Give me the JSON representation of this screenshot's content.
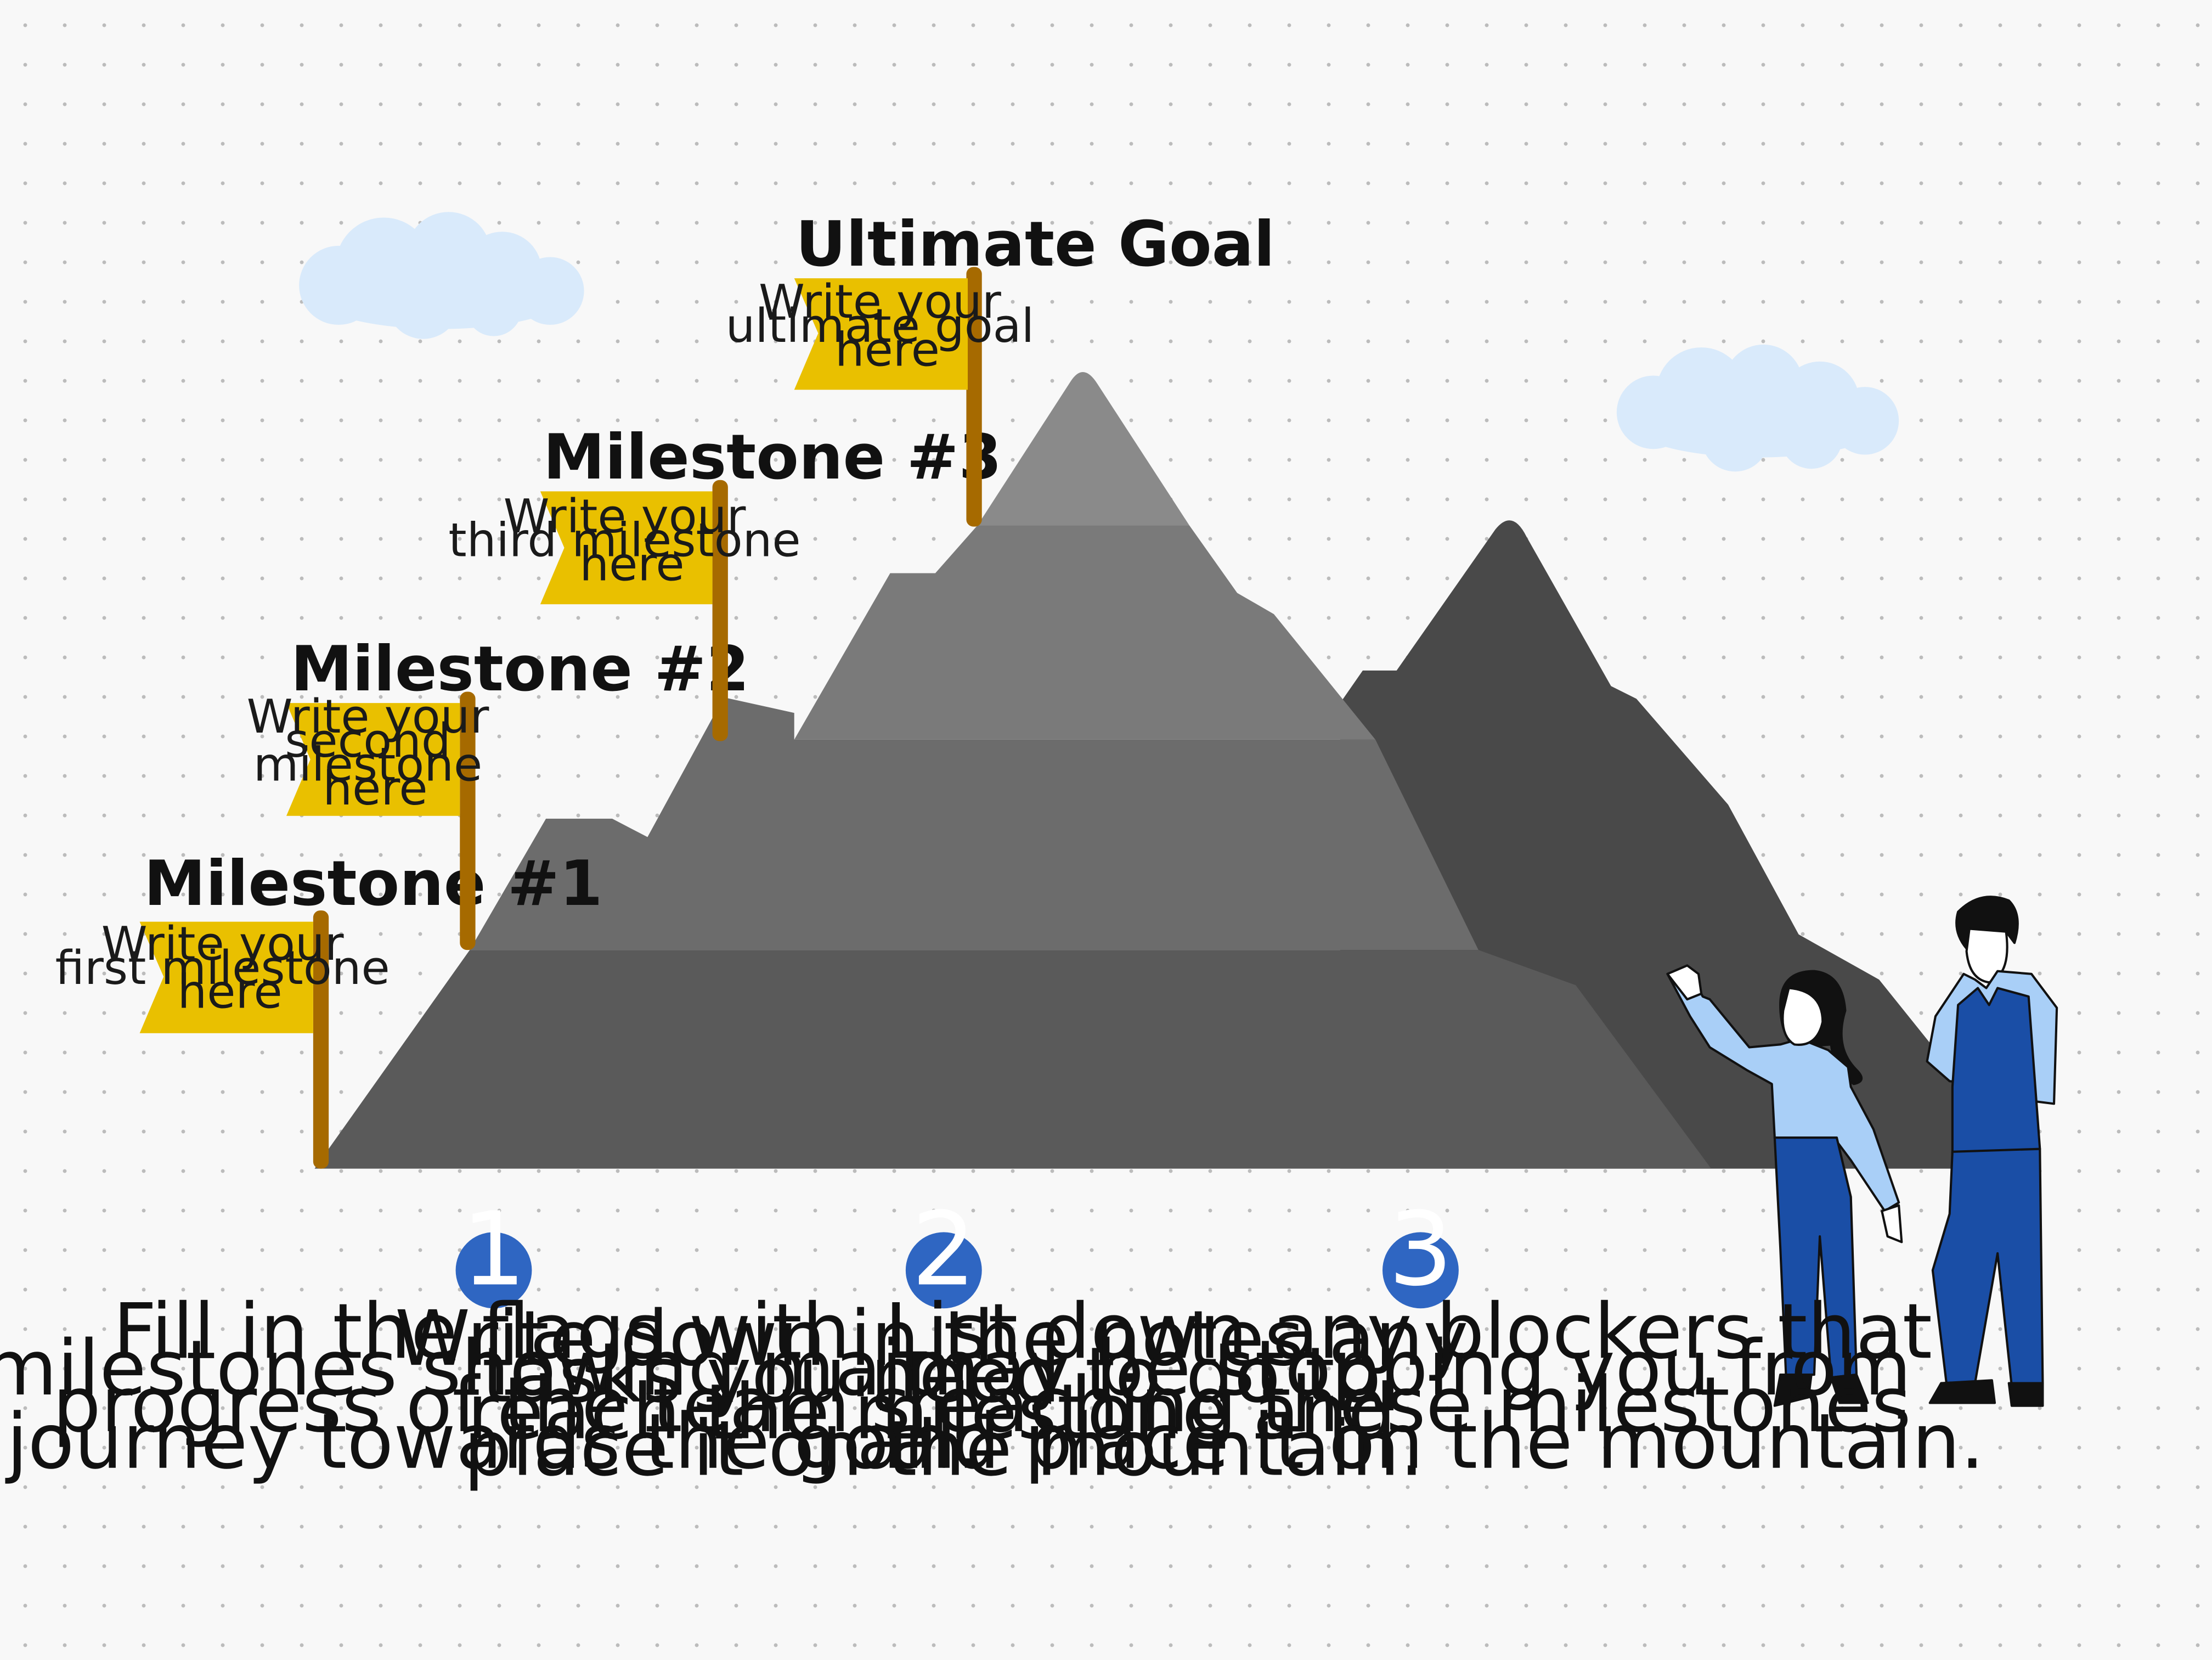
{
  "colors": {
    "flag": "#e9c000",
    "pole": "#a66a00",
    "cloud": "#d9eafb",
    "mountain_back": "#494949",
    "step_circle": "#2f66c2",
    "person_light_blue": "#a9cff7",
    "person_dark_blue": "#1a4ea6"
  },
  "flags": [
    {
      "title": "Milestone #1",
      "lines": [
        "Write your",
        "first milestone",
        "here"
      ]
    },
    {
      "title": "Milestone #2",
      "lines": [
        "Write your",
        "second",
        "milestone",
        "here"
      ]
    },
    {
      "title": "Milestone #3",
      "lines": [
        "Write your",
        "third milestone",
        "here"
      ]
    },
    {
      "title": "Ultimate Goal",
      "lines": [
        "Write your",
        "ultimate goal",
        "here"
      ]
    }
  ],
  "steps": [
    {
      "number": "1",
      "lines": [
        "Fill in the flags with",
        "milestones showing major",
        "progress of the team's",
        "journey towards the goal."
      ]
    },
    {
      "number": "2",
      "lines": [
        "Write down in the notes any",
        "tasks you need to do to",
        "reach the milestone and",
        "place it on the mountain."
      ]
    },
    {
      "number": "3",
      "lines": [
        "List down any blockers that",
        "may be stopping you from",
        "reaching these milestones",
        "and place it on the mountain."
      ]
    }
  ],
  "icons": [
    "cloud-icon",
    "mountain-icon",
    "flag-icon",
    "woman-pointing-icon",
    "man-thinking-icon"
  ]
}
